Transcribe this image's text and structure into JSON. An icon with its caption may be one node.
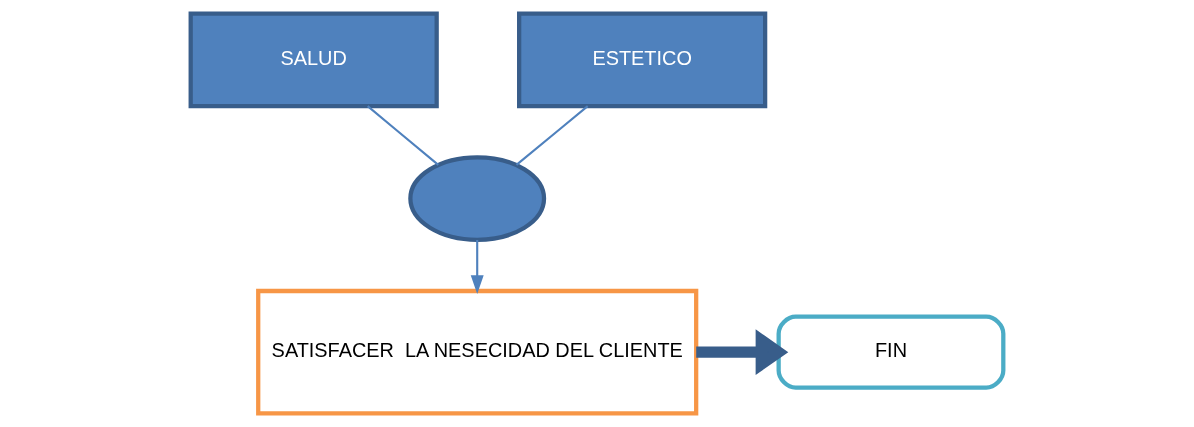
{
  "diagram": {
    "nodes": [
      {
        "text": [
          "SALUD"
        ]
      },
      {
        "text": [
          "ESTETICO"
        ]
      },
      {
        "text": [],
        "shape": "circle"
      },
      {
        "text": [
          "SATISFACER  LA NESECIDAD DEL CLIENTE"
        ]
      },
      {
        "text": [
          "FIN"
        ]
      }
    ],
    "edges": [
      {
        "from": 0,
        "to": 2,
        "arrow": "none"
      },
      {
        "from": 1,
        "to": 2,
        "arrow": "none"
      },
      {
        "from": 2,
        "to": 3,
        "arrow": "to"
      },
      {
        "from": 3,
        "to": 4,
        "arrow": "to",
        "style": "thick"
      }
    ]
  }
}
